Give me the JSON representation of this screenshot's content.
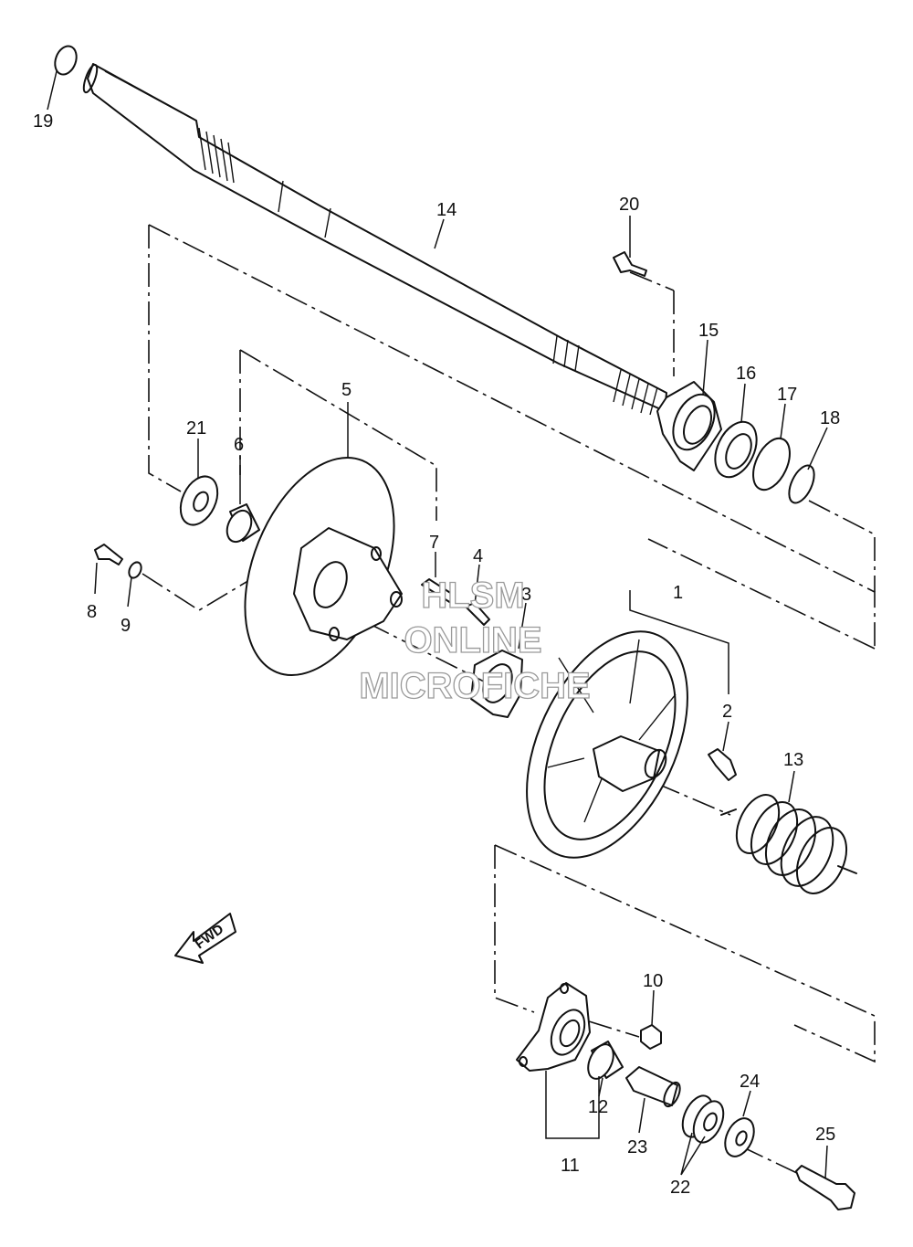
{
  "watermark": {
    "line1": "HLSM",
    "line2": "ONLINE",
    "line3": "MICROFICHE"
  },
  "direction_arrow": {
    "label": "FWD"
  },
  "callouts": [
    {
      "id": "c1",
      "label": "1"
    },
    {
      "id": "c2",
      "label": "2"
    },
    {
      "id": "c3",
      "label": "3"
    },
    {
      "id": "c4",
      "label": "4"
    },
    {
      "id": "c5",
      "label": "5"
    },
    {
      "id": "c6",
      "label": "6"
    },
    {
      "id": "c7",
      "label": "7"
    },
    {
      "id": "c8",
      "label": "8"
    },
    {
      "id": "c9",
      "label": "9"
    },
    {
      "id": "c10",
      "label": "10"
    },
    {
      "id": "c11",
      "label": "11"
    },
    {
      "id": "c12",
      "label": "12"
    },
    {
      "id": "c13",
      "label": "13"
    },
    {
      "id": "c14",
      "label": "14"
    },
    {
      "id": "c15",
      "label": "15"
    },
    {
      "id": "c16",
      "label": "16"
    },
    {
      "id": "c17",
      "label": "17"
    },
    {
      "id": "c18",
      "label": "18"
    },
    {
      "id": "c19",
      "label": "19"
    },
    {
      "id": "c20",
      "label": "20"
    },
    {
      "id": "c21",
      "label": "21"
    },
    {
      "id": "c22",
      "label": "22"
    },
    {
      "id": "c23",
      "label": "23"
    },
    {
      "id": "c24",
      "label": "24"
    },
    {
      "id": "c25",
      "label": "25"
    }
  ]
}
